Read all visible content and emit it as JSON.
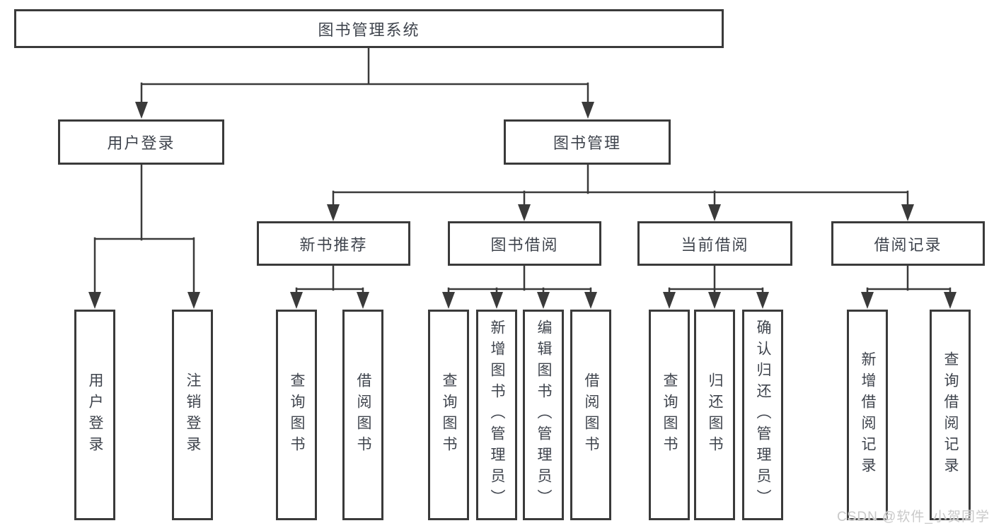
{
  "diagram": {
    "type": "hierarchy-tree",
    "root": {
      "label": "图书管理系统",
      "children": [
        {
          "label": "用户登录",
          "children": [
            {
              "label": "用户登录"
            },
            {
              "label": "注销登录"
            }
          ]
        },
        {
          "label": "图书管理",
          "children": [
            {
              "label": "新书推荐",
              "children": [
                {
                  "label": "查询图书"
                },
                {
                  "label": "借阅图书"
                }
              ]
            },
            {
              "label": "图书借阅",
              "children": [
                {
                  "label": "查询图书"
                },
                {
                  "label": "新增图书（管理员）"
                },
                {
                  "label": "编辑图书（管理员）"
                },
                {
                  "label": "借阅图书"
                }
              ]
            },
            {
              "label": "当前借阅",
              "children": [
                {
                  "label": "查询图书"
                },
                {
                  "label": "归还图书"
                },
                {
                  "label": "确认归还（管理员）"
                }
              ]
            },
            {
              "label": "借阅记录",
              "children": [
                {
                  "label": "新增借阅记录"
                },
                {
                  "label": "查询借阅记录"
                }
              ]
            }
          ]
        }
      ]
    },
    "colors": {
      "line": "#3a3a3a",
      "box_border": "#3a3a3a",
      "box_fill": "#ffffff",
      "text": "#3f444d",
      "background": "#ffffff",
      "watermark": "#c9c9c9"
    }
  },
  "watermark": {
    "text": "CSDN @软件_小贺同学"
  }
}
